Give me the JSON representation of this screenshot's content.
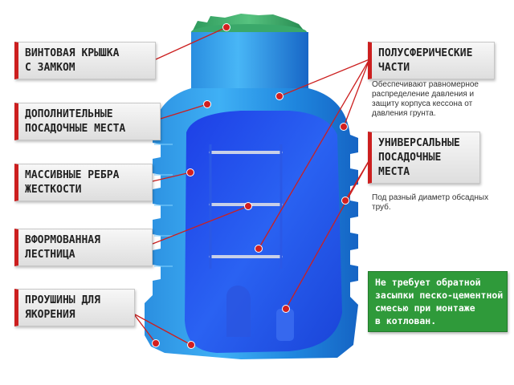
{
  "labels_left": [
    {
      "lines": [
        "ВИНТОВАЯ КРЫШКА",
        "С ЗАМКОМ"
      ]
    },
    {
      "lines": [
        "ДОПОЛНИТЕЛЬНЫЕ",
        "ПОСАДОЧНЫЕ МЕСТА"
      ]
    },
    {
      "lines": [
        "МАССИВНЫЕ РЕБРА",
        "ЖЕСТКОСТИ"
      ]
    },
    {
      "lines": [
        "ВФОРМОВАННАЯ",
        "ЛЕСТНИЦА"
      ]
    },
    {
      "lines": [
        "ПРОУШИНЫ ДЛЯ",
        "ЯКОРЕНИЯ"
      ]
    }
  ],
  "labels_right": [
    {
      "lines": [
        "ПОЛУСФЕРИЧЕСКИЕ",
        "ЧАСТИ"
      ],
      "description": [
        "Обеспечивают равномерное",
        "распределение давления и",
        "защиту корпуса кессона от",
        "давления грунта."
      ]
    },
    {
      "lines": [
        "УНИВЕРСАЛЬНЫЕ",
        "ПОСАДОЧНЫЕ",
        "МЕСТА"
      ],
      "description": [
        "Под разный диаметр обсадных",
        "труб."
      ]
    }
  ],
  "note": {
    "lines": [
      "Не требует обратной",
      "засыпки песко-цементной",
      "смесью при монтаже",
      "в котлован."
    ]
  },
  "colors": {
    "body_blue": "#1e90e0",
    "inner_blue": "#1a4fe8",
    "lid_green": "#3aa86a",
    "accent_red": "#cc1f1f",
    "note_green": "#2f9a3a"
  }
}
